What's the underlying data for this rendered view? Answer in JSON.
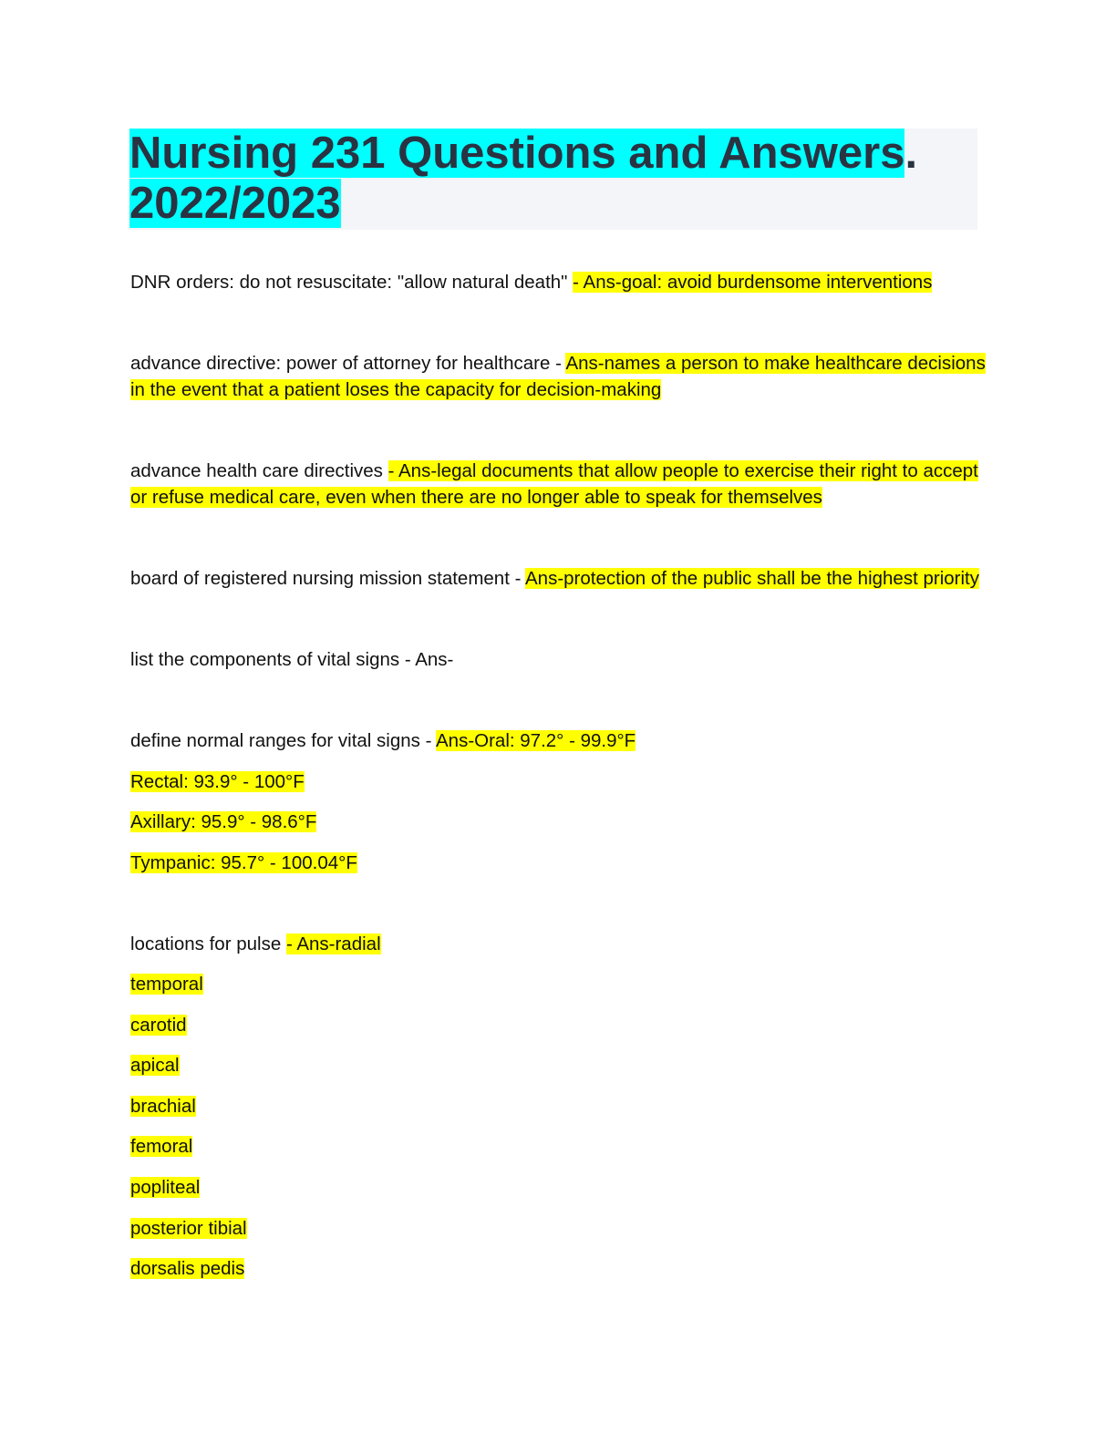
{
  "title": {
    "part1": "Nursing 231 Questions and Answers",
    "part2": ".",
    "part3": "2022/2023"
  },
  "entries": {
    "dnr": {
      "question": "DNR orders: do not resuscitate: \"allow natural death\" ",
      "answer": "- Ans-goal: avoid burdensome interventions"
    },
    "advance_directive": {
      "question": "advance directive: power of attorney for healthcare - ",
      "answer_line1": "Ans-names a person to make healthcare decisions",
      "answer_line2": "in the event that a patient loses the capacity for decision-making"
    },
    "advance_health_care": {
      "question": "advance health care directives ",
      "answer_line1": "- Ans-legal documents that allow people to exercise their right to accept",
      "answer_line2": "or refuse medical care, even when there are no longer able to speak for themselves"
    },
    "board": {
      "question": "board of registered nursing mission statement - ",
      "answer": "Ans-protection of the public shall be the highest priority"
    },
    "vital_components": {
      "question": "list the components of vital signs - Ans-"
    },
    "vital_ranges": {
      "question": "define normal ranges for vital signs - ",
      "answer": "Ans-Oral: 97.2° - 99.9°F",
      "more": [
        "Rectal: 93.9° - 100°F",
        "Axillary: 95.9° - 98.6°F",
        "Tympanic: 95.7° - 100.04°F"
      ]
    },
    "pulse": {
      "question": "locations for pulse ",
      "answer": "- Ans-radial",
      "more": [
        "temporal",
        "carotid",
        "apical",
        "brachial",
        "femoral",
        "popliteal",
        "posterior tibial",
        "dorsalis pedis"
      ]
    }
  },
  "colors": {
    "title_highlight": "#00ffff",
    "answer_highlight": "#ffff00",
    "title_text": "#2a3342",
    "title_background": "#f3f5f8"
  }
}
